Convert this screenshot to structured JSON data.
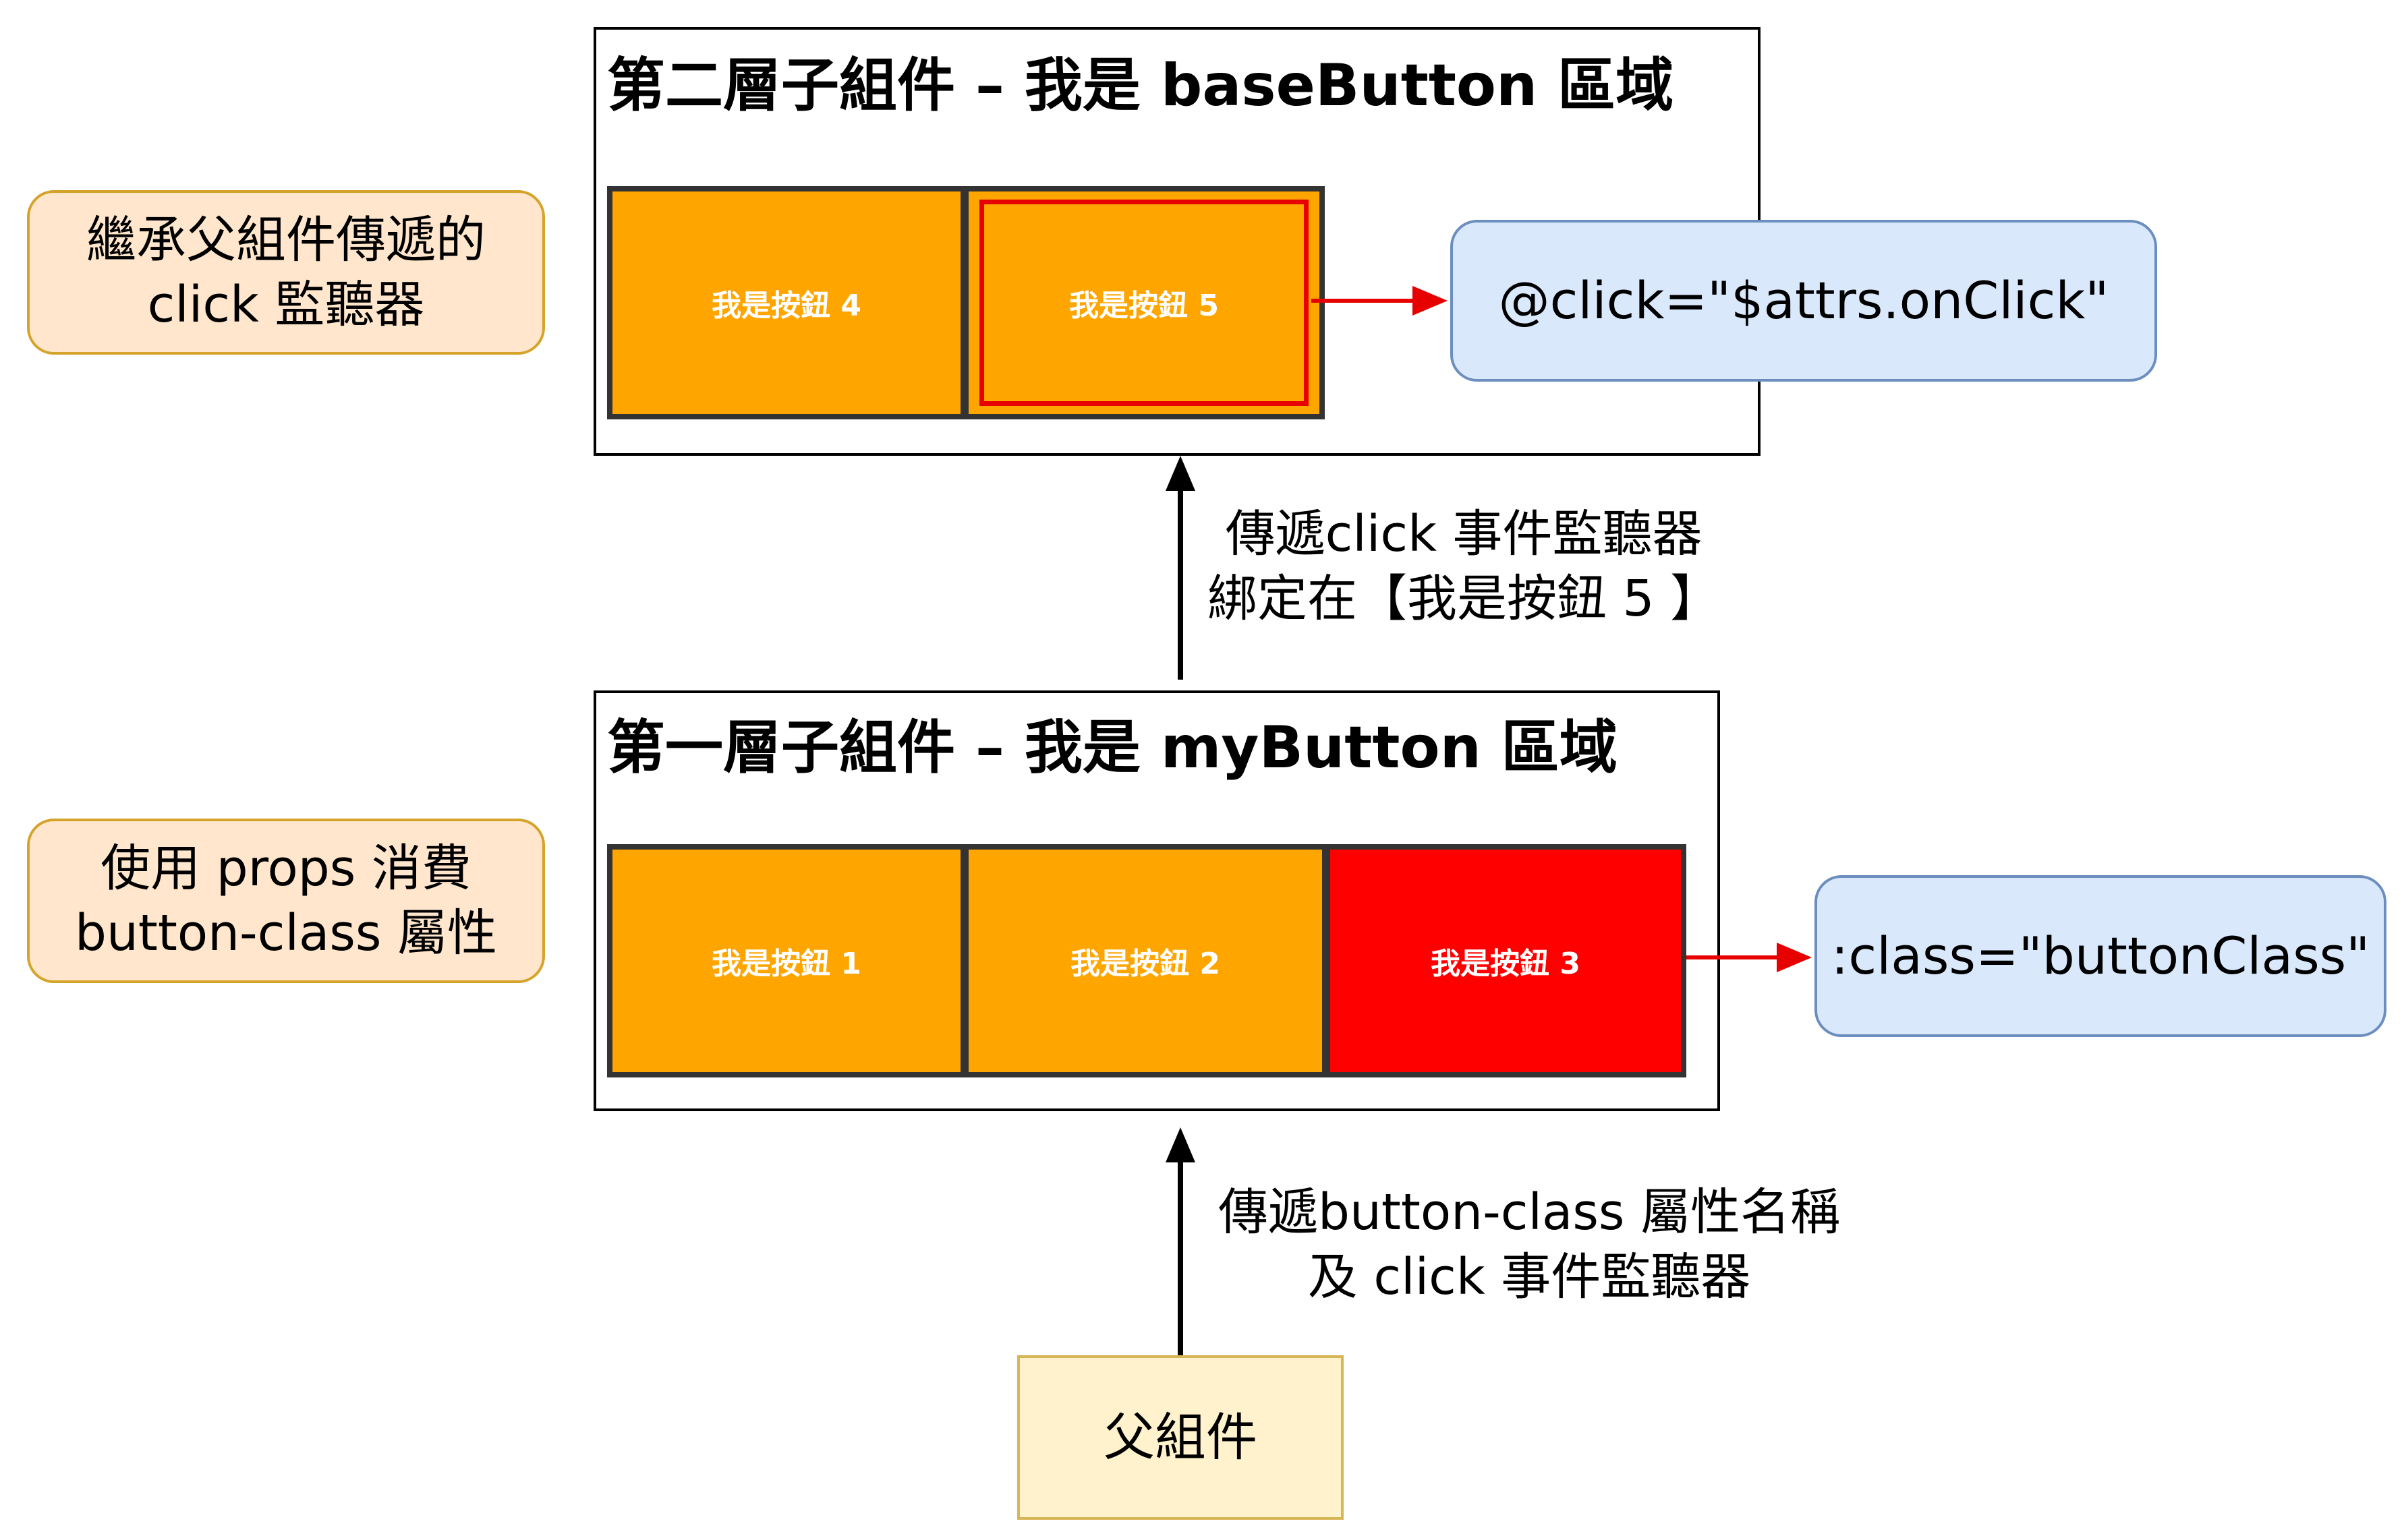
{
  "base_region": {
    "title": "第二層子組件 – 我是 baseButton 區域",
    "buttons": [
      "我是按鈕 4",
      "我是按鈕 5"
    ]
  },
  "my_region": {
    "title": "第一層子組件 – 我是 myButton 區域",
    "buttons": [
      "我是按鈕 1",
      "我是按鈕 2",
      "我是按鈕 3"
    ]
  },
  "notes": {
    "inherit": [
      "繼承父組件傳遞的",
      "click 監聽器"
    ],
    "props": [
      "使用 props 消費",
      "button-class 屬性"
    ],
    "attrs_click": "@click=\"$attrs.onClick\"",
    "class_bind": ":class=\"buttonClass\"",
    "parent": "父組件"
  },
  "edge_labels": {
    "upper": [
      "傳遞click 事件監聽器",
      "綁定在【我是按鈕 5 】"
    ],
    "lower": [
      "傳遞button-class 屬性名稱",
      "及 click 事件監聽器"
    ]
  },
  "colors": {
    "button": "#ffa500",
    "button_active": "#ff0000",
    "highlight": "#e60000",
    "note_orange": "#ffe6cc",
    "note_blue": "#dae8fc",
    "note_yellow": "#fff2cc"
  }
}
